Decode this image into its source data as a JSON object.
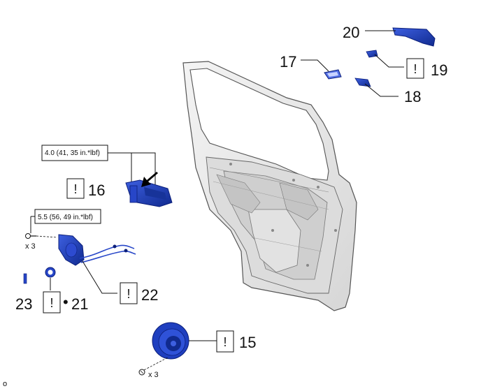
{
  "diagram": {
    "callouts": {
      "c15": "15",
      "c16": "16",
      "c17": "17",
      "c18": "18",
      "c19": "19",
      "c20": "20",
      "c21": "21",
      "c22": "22",
      "c23": "23"
    },
    "torque_specs": {
      "upper": "4.0 (41, 35 in.*lbf)",
      "lower": "5.5 (56, 49 in.*lbf)"
    },
    "quantity_labels": {
      "screws_left": "x 3",
      "screws_speaker": "x 3"
    },
    "warning_symbol": "!",
    "bullet": "•",
    "corner_label": "o",
    "colors": {
      "part_blue": "#1f3fbf",
      "part_dark": "#0c1f7a",
      "door_fill": "#e8e8e8",
      "door_stroke": "#555555"
    }
  }
}
